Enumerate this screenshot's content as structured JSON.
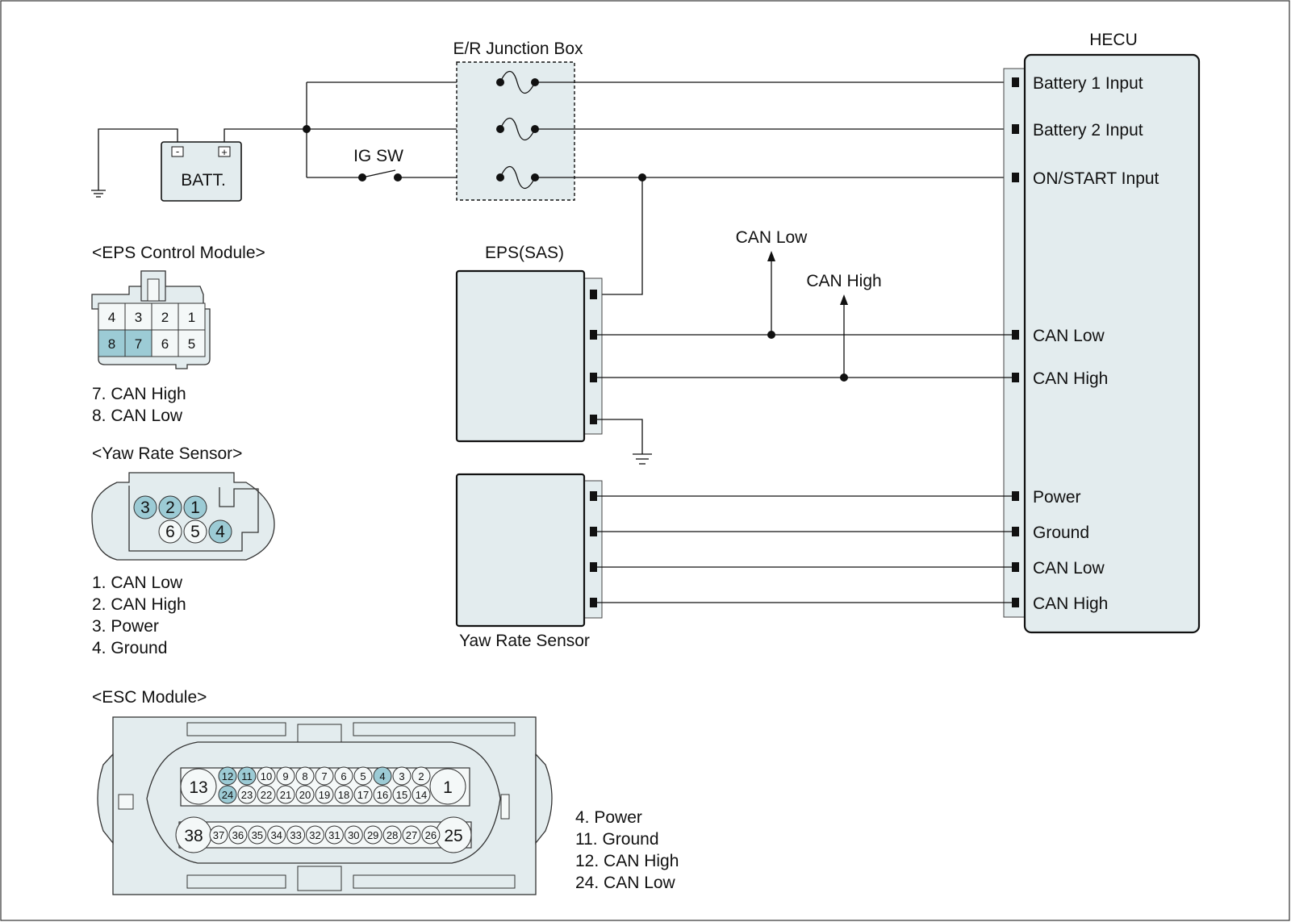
{
  "title_hecu": "HECU",
  "junction_box": "E/R Junction Box",
  "battery": "BATT.",
  "battery_minus": "-",
  "battery_plus": "+",
  "ig_switch": "IG SW",
  "eps_module": "EPS(SAS)",
  "yaw_module": "Yaw Rate Sensor",
  "can_low_arrow": "CAN Low",
  "can_high_arrow": "CAN High",
  "hecu_pins": [
    "Battery 1 Input",
    "Battery 2 Input",
    "ON/START Input",
    "CAN Low",
    "CAN High",
    "Power",
    "Ground",
    "CAN Low",
    "CAN High"
  ],
  "eps_connector": {
    "title": "<EPS Control Module>",
    "top_row": [
      "4",
      "3",
      "2",
      "1"
    ],
    "bottom_row": [
      "8",
      "7",
      "6",
      "5"
    ],
    "legend": [
      "7. CAN High",
      "8. CAN Low"
    ]
  },
  "yaw_connector": {
    "title": "<Yaw Rate Sensor>",
    "top_row": [
      "3",
      "2",
      "1"
    ],
    "bottom_row": [
      "6",
      "5",
      "4"
    ],
    "legend": [
      "1. CAN Low",
      "2. CAN High",
      "3. Power",
      "4. Ground"
    ]
  },
  "esc_connector": {
    "title": "<ESC Module>",
    "row1_big_left": "13",
    "row1_big_right": "1",
    "row1_top": [
      "12",
      "11",
      "10",
      "9",
      "8",
      "7",
      "6",
      "5",
      "4",
      "3",
      "2"
    ],
    "row1_bottom": [
      "24",
      "23",
      "22",
      "21",
      "20",
      "19",
      "18",
      "17",
      "16",
      "15",
      "14"
    ],
    "row2_big_left": "38",
    "row2_big_right": "25",
    "row2": [
      "37",
      "36",
      "35",
      "34",
      "33",
      "32",
      "31",
      "30",
      "29",
      "28",
      "27",
      "26"
    ],
    "legend": [
      "4. Power",
      "11. Ground",
      "12. CAN High",
      "24. CAN Low"
    ]
  },
  "colors": {
    "highlight": "#9ccbd5",
    "module_fill": "#e3ecee"
  }
}
